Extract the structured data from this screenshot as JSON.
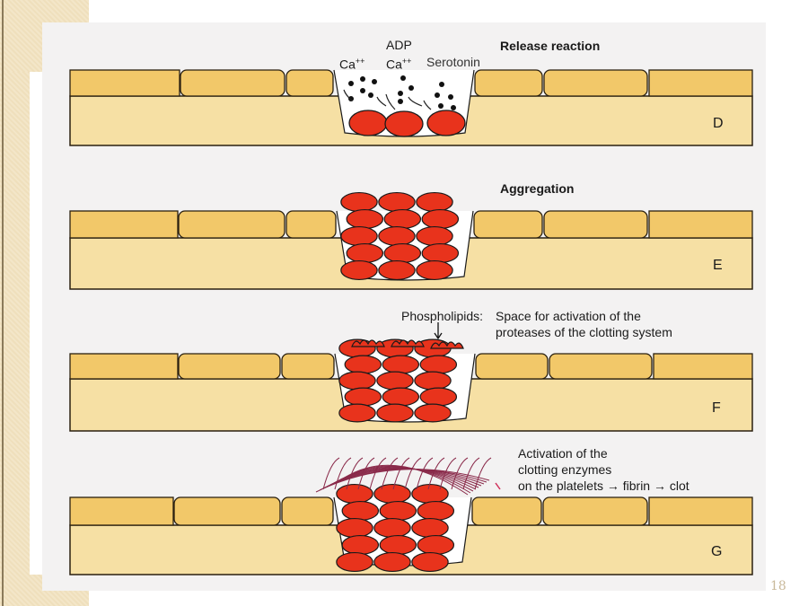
{
  "slide": {
    "page_number": "18"
  },
  "panels": [
    {
      "letter": "D",
      "title": "Release reaction"
    },
    {
      "letter": "E",
      "title": "Aggregation"
    },
    {
      "letter": "F",
      "title": ""
    },
    {
      "letter": "G",
      "title": ""
    }
  ],
  "panel_d": {
    "ca1": "Ca",
    "ca1_sup": "++",
    "adp": "ADP",
    "ca2": "Ca",
    "ca2_sup": "++",
    "serotonin": "Serotonin"
  },
  "panel_f": {
    "phospholipids": "Phospholipids:",
    "line1": "Space for activation of the",
    "line2": "proteases of the clotting system"
  },
  "panel_g": {
    "line1": "Activation of the",
    "line2": "clotting enzymes",
    "line3_a": "on the platelets",
    "arrow1": "→",
    "fibrin": "fibrin",
    "arrow2": "→",
    "clot": "clot"
  },
  "colors": {
    "endothelium": "#f2c869",
    "subendothelium": "#f6e0a4",
    "platelet": "#e8331c",
    "fibrin": "#8a2a4a",
    "background": "#f3f2f2"
  }
}
